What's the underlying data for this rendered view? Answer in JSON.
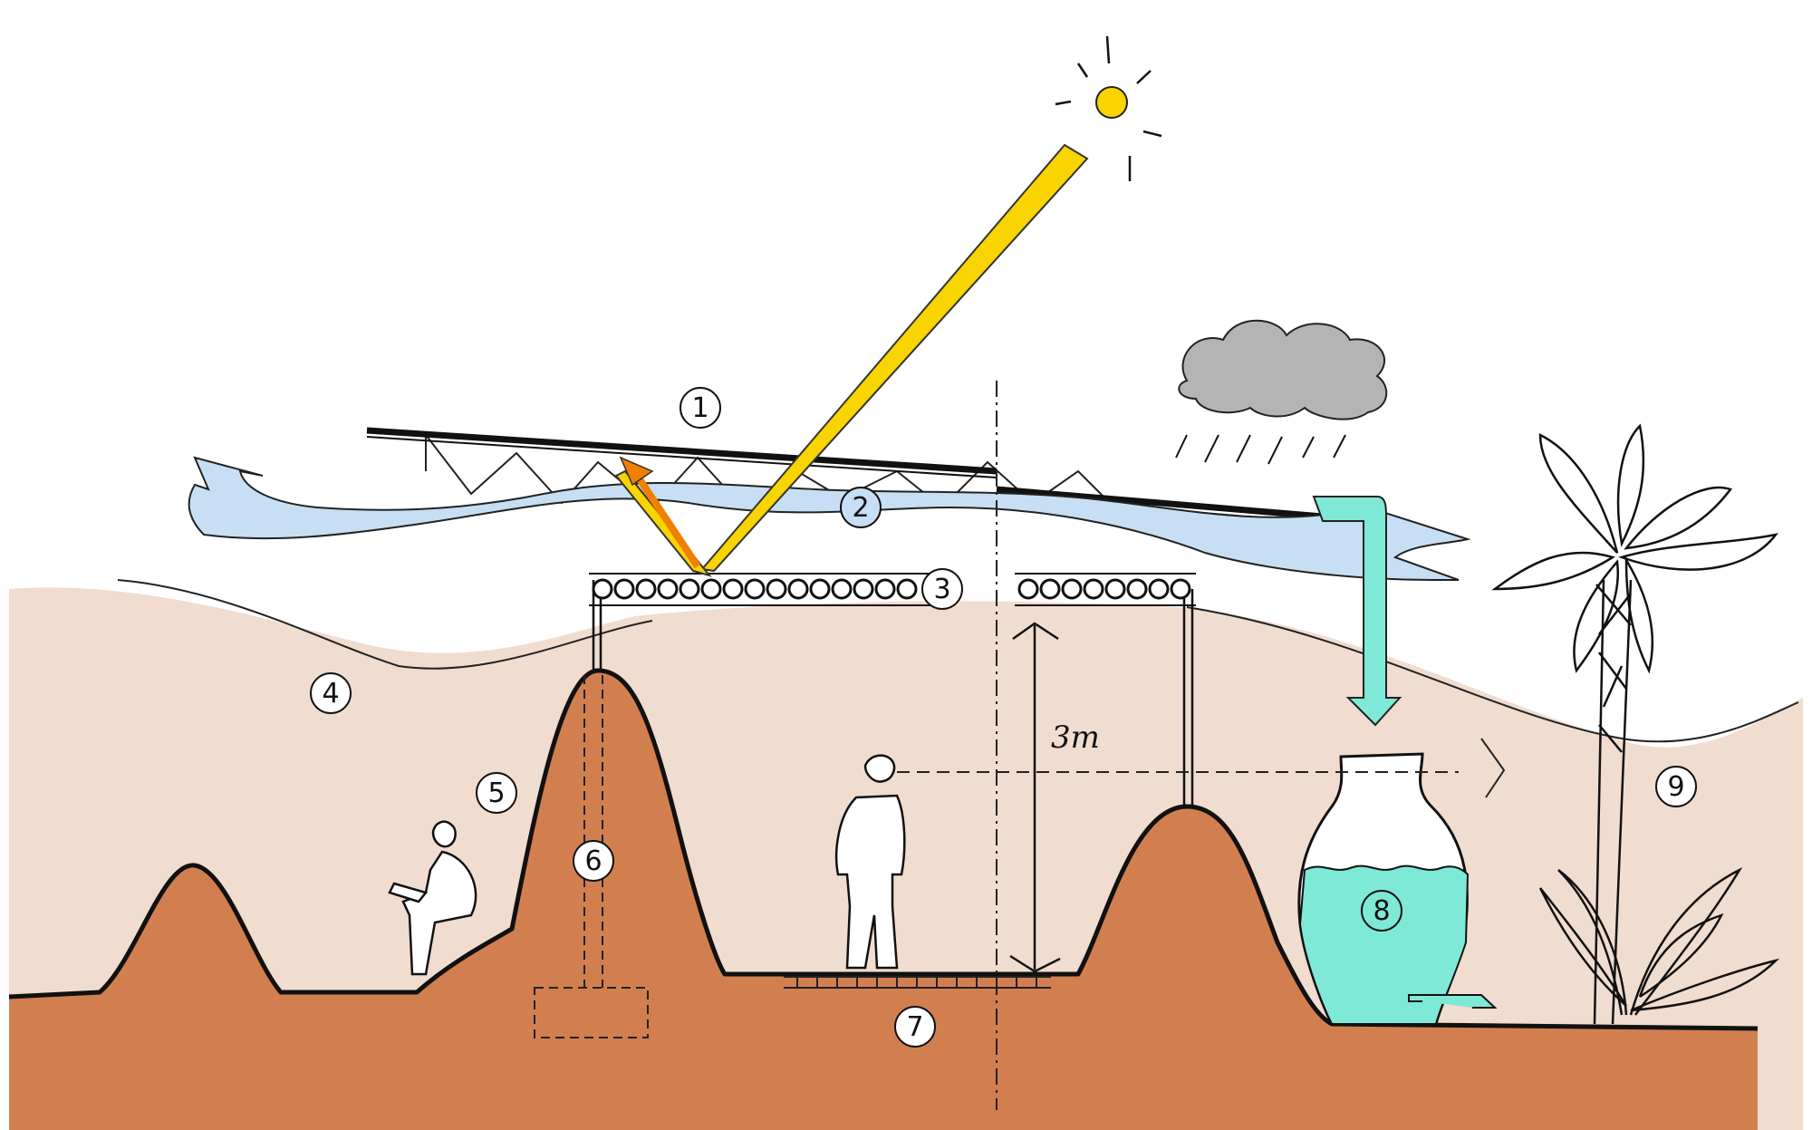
{
  "colors": {
    "sand": "#f1dcd0",
    "earth": "#d27f50",
    "sun": "#f8d400",
    "reflected_heat": "#f08000",
    "airflow": "#c7dff4",
    "water": "#7ee9d7",
    "cloud": "#b4b4b4",
    "ink": "#111111"
  },
  "icons": {
    "sun": "sun-icon",
    "cloud": "rain-cloud-icon",
    "person_standing": "standing-person-icon",
    "person_seated": "seated-person-icon",
    "jar": "water-jar-icon",
    "tree": "palm-tree-icon",
    "shrub": "shrub-icon"
  },
  "callouts": {
    "c1": "1",
    "c2": "2",
    "c3": "3",
    "c4": "4",
    "c5": "5",
    "c6": "6",
    "c7": "7",
    "c8": "8",
    "c9": "9"
  },
  "dimension": {
    "height_label": "3m"
  }
}
